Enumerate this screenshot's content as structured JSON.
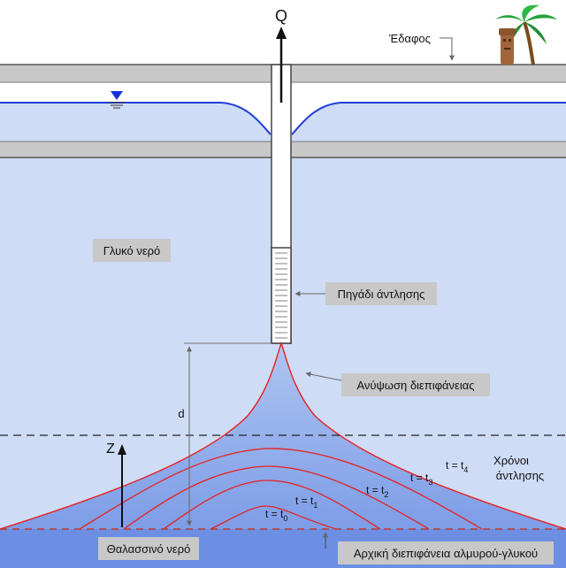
{
  "labels": {
    "discharge": "Q",
    "ground": "Έδαφος",
    "fresh_water": "Γλυκό νερό",
    "pumping_well": "Πηγάδι άντλησης",
    "interface_upconing": "Ανύψωση διεπιφάνειας",
    "distance": "d",
    "vertical_axis": "Z",
    "pumping_times_line1": "Χρόνοι",
    "pumping_times_line2": "άντλησης",
    "sea_water": "Θαλασσινό νερό",
    "initial_interface": "Αρχική διεπιφάνεια αλμυρού-γλυκού"
  },
  "time_curves": [
    {
      "prefix": "t = t",
      "sub": "0"
    },
    {
      "prefix": "t = t",
      "sub": "1"
    },
    {
      "prefix": "t = t",
      "sub": "2"
    },
    {
      "prefix": "t = t",
      "sub": "3"
    },
    {
      "prefix": "t = t",
      "sub": "4"
    }
  ],
  "colors": {
    "fresh_water": "#cfdcf6",
    "salt_water": "#7b9ce6",
    "sea_band": "#6c8fe4",
    "ground_layer": "#c8c8c8",
    "interface_curve": "#e8201e",
    "water_table": "#1f3fd6",
    "label_box": "#c8c8c8"
  }
}
